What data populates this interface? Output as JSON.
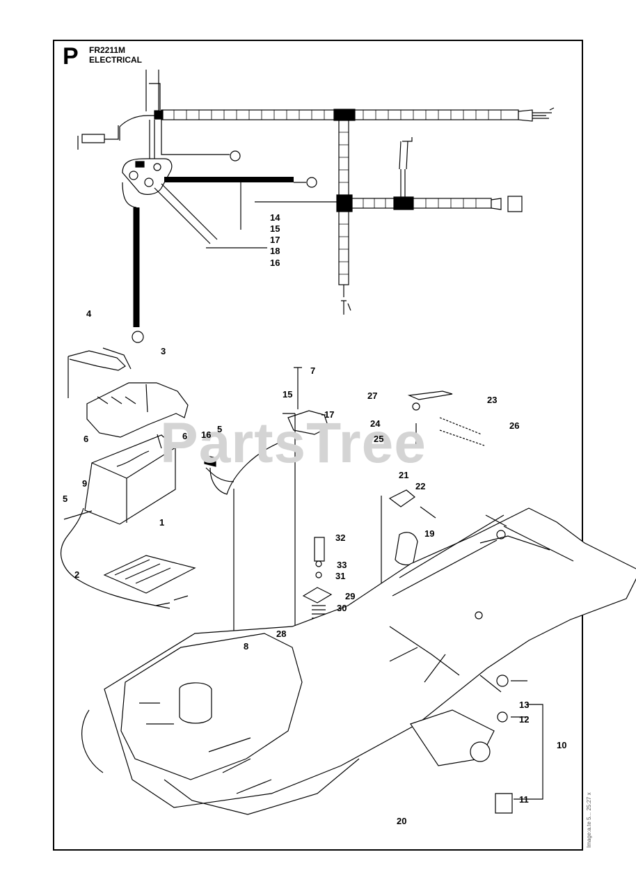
{
  "header": {
    "section_letter": "P",
    "model": "FR2211M",
    "title": "ELECTRICAL"
  },
  "watermark": "PartsTree",
  "side_code": "Image:a.te 5... 25:27 x",
  "callouts": [
    {
      "label": "14",
      "name": "callout-14-harness"
    },
    {
      "label": "15",
      "name": "callout-15-harness"
    },
    {
      "label": "17",
      "name": "callout-17-harness"
    },
    {
      "label": "18",
      "name": "callout-18-harness"
    },
    {
      "label": "16",
      "name": "callout-16-harness"
    },
    {
      "label": "4",
      "name": "callout-4"
    },
    {
      "label": "3",
      "name": "callout-3"
    },
    {
      "label": "7",
      "name": "callout-7"
    },
    {
      "label": "15",
      "name": "callout-15-switch"
    },
    {
      "label": "17",
      "name": "callout-17-switch"
    },
    {
      "label": "27",
      "name": "callout-27"
    },
    {
      "label": "23",
      "name": "callout-23"
    },
    {
      "label": "24",
      "name": "callout-24"
    },
    {
      "label": "26",
      "name": "callout-26"
    },
    {
      "label": "25",
      "name": "callout-25"
    },
    {
      "label": "6",
      "name": "callout-6-left"
    },
    {
      "label": "6",
      "name": "callout-6-right"
    },
    {
      "label": "16",
      "name": "callout-16-bracket"
    },
    {
      "label": "5",
      "name": "callout-5-upper"
    },
    {
      "label": "9",
      "name": "callout-9"
    },
    {
      "label": "5",
      "name": "callout-5-lower"
    },
    {
      "label": "1",
      "name": "callout-1"
    },
    {
      "label": "21",
      "name": "callout-21"
    },
    {
      "label": "22",
      "name": "callout-22"
    },
    {
      "label": "19",
      "name": "callout-19"
    },
    {
      "label": "32",
      "name": "callout-32"
    },
    {
      "label": "33",
      "name": "callout-33"
    },
    {
      "label": "31",
      "name": "callout-31"
    },
    {
      "label": "2",
      "name": "callout-2"
    },
    {
      "label": "29",
      "name": "callout-29"
    },
    {
      "label": "30",
      "name": "callout-30"
    },
    {
      "label": "28",
      "name": "callout-28"
    },
    {
      "label": "8",
      "name": "callout-8"
    },
    {
      "label": "13",
      "name": "callout-13"
    },
    {
      "label": "12",
      "name": "callout-12"
    },
    {
      "label": "10",
      "name": "callout-10"
    },
    {
      "label": "11",
      "name": "callout-11"
    },
    {
      "label": "20",
      "name": "callout-20"
    }
  ]
}
